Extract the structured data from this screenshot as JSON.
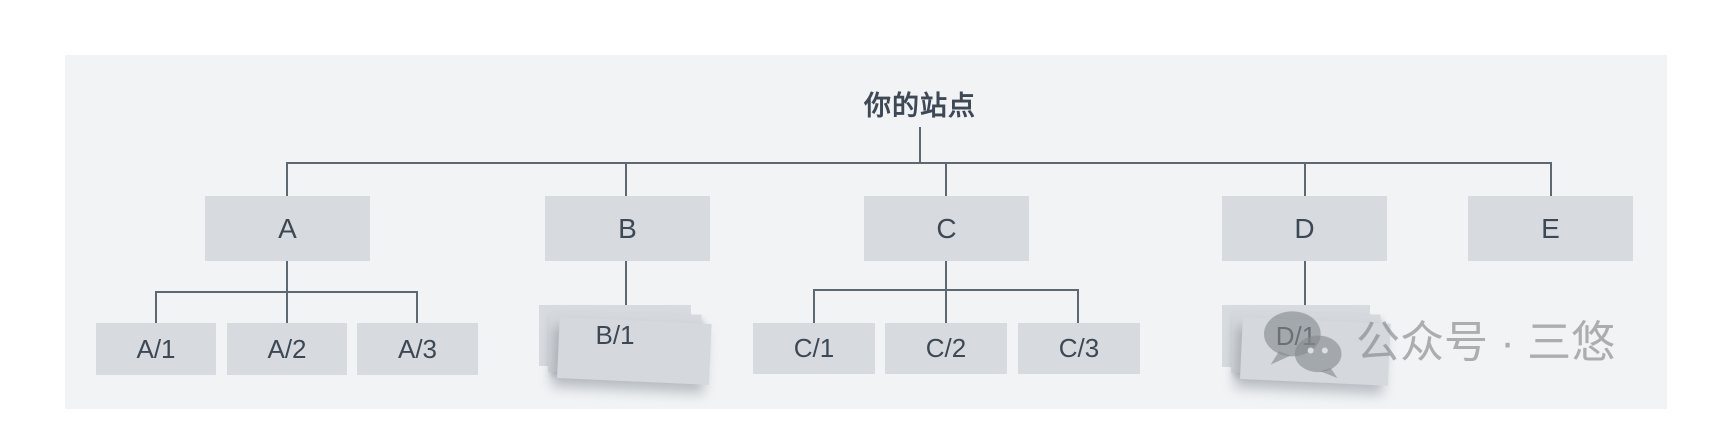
{
  "sitemap": {
    "title": "你的站点",
    "level1": [
      {
        "label": "A"
      },
      {
        "label": "B"
      },
      {
        "label": "C"
      },
      {
        "label": "D"
      },
      {
        "label": "E"
      }
    ],
    "level2": {
      "a": [
        {
          "label": "A/1"
        },
        {
          "label": "A/2"
        },
        {
          "label": "A/3"
        }
      ],
      "b": [
        {
          "label": "B/1"
        }
      ],
      "c": [
        {
          "label": "C/1"
        },
        {
          "label": "C/2"
        },
        {
          "label": "C/3"
        }
      ],
      "d": [
        {
          "label": "D/1"
        }
      ]
    }
  },
  "watermark": {
    "icon": "wechat-chat-bubbles-icon",
    "text": "公众号 · 三悠"
  },
  "colors": {
    "panel_background": "#f1f3f5",
    "node_fill": "#d7dbdf",
    "connector": "#5d6873",
    "label": "#3d4855",
    "watermark": "#9a9da1"
  }
}
